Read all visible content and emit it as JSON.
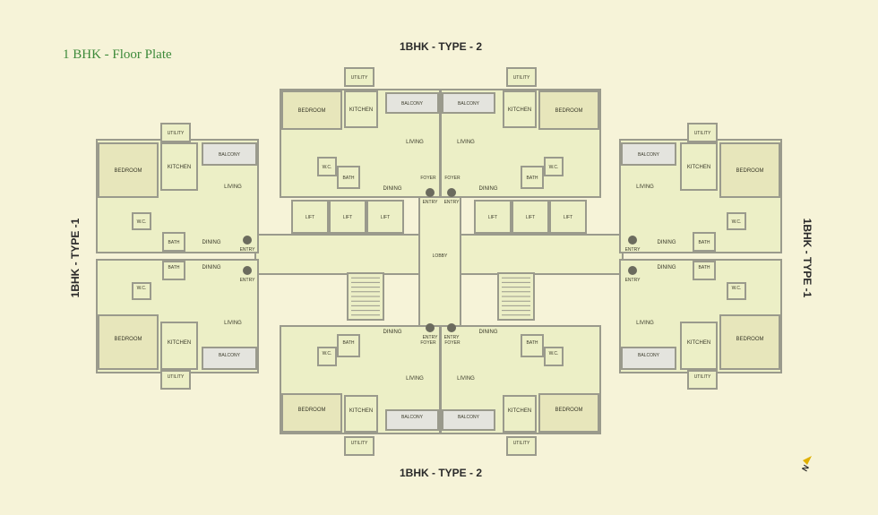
{
  "title": "1 BHK - Floor Plate",
  "headings": {
    "top": "1BHK - TYPE - 2",
    "bottom": "1BHK - TYPE - 2",
    "left": "1BHK - TYPE -1",
    "right": "1BHK - TYPE -1"
  },
  "labels": {
    "bedroom": "BEDROOM",
    "kitchen": "KITCHEN",
    "living": "LIVING",
    "dining": "DINING",
    "balcony": "BALCONY",
    "utility": "UTILITY",
    "bath": "BATH",
    "wc": "W.C.",
    "foyer": "FOYER",
    "entry": "ENTRY",
    "lift": "LIFT",
    "lobby": "LOBBY"
  },
  "compass": "N",
  "colors": {
    "background": "#f6f3d8",
    "title": "#3d8a3a",
    "wall": "#9a9a8c",
    "room": "#ecefc6",
    "bedroom": "#e7e6bb",
    "balcony": "#e4e4de",
    "lobby": "#eef0c8",
    "compass": "#e0b000"
  }
}
